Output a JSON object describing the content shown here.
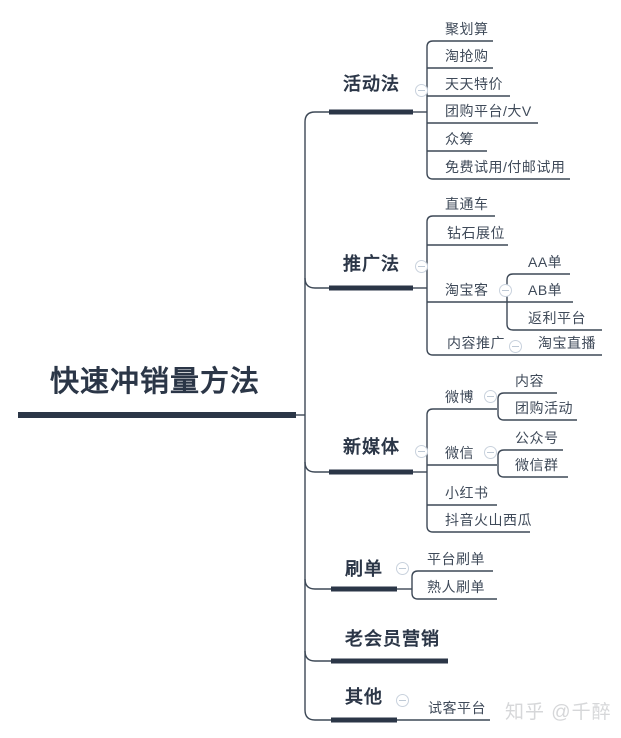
{
  "root": {
    "label": "快速冲销量方法"
  },
  "watermark": {
    "text": "知乎 @千醉"
  },
  "branches": [
    {
      "label": "活动法",
      "children": [
        {
          "label": "聚划算"
        },
        {
          "label": "淘抢购"
        },
        {
          "label": "天天特价"
        },
        {
          "label": "团购平台/大V"
        },
        {
          "label": "众筹"
        },
        {
          "label": "免费试用/付邮试用"
        }
      ]
    },
    {
      "label": "推广法",
      "children": [
        {
          "label": "直通车"
        },
        {
          "label": "钻石展位"
        },
        {
          "label": "淘宝客",
          "children": [
            {
              "label": "AA单"
            },
            {
              "label": "AB单"
            },
            {
              "label": "返利平台"
            }
          ]
        },
        {
          "label": "内容推广",
          "children": [
            {
              "label": "淘宝直播"
            }
          ]
        }
      ]
    },
    {
      "label": "新媒体",
      "children": [
        {
          "label": "微博",
          "children": [
            {
              "label": "内容"
            },
            {
              "label": "团购活动"
            }
          ]
        },
        {
          "label": "微信",
          "children": [
            {
              "label": "公众号"
            },
            {
              "label": "微信群"
            }
          ]
        },
        {
          "label": "小红书"
        },
        {
          "label": "抖音火山西瓜"
        }
      ]
    },
    {
      "label": "刷单",
      "children": [
        {
          "label": "平台刷单"
        },
        {
          "label": "熟人刷单"
        }
      ]
    },
    {
      "label": "老会员营销",
      "children": []
    },
    {
      "label": "其他",
      "children": [
        {
          "label": "试客平台"
        }
      ]
    }
  ],
  "colors": {
    "background": "#ffffff",
    "primary_text": "#2b3647",
    "node_text": "#3f4a59",
    "line": "#3d4856",
    "thick_bar": "#2b3647",
    "collapse_icon_border": "#c9d2dd",
    "watermark_text": "#d6d7d9"
  }
}
